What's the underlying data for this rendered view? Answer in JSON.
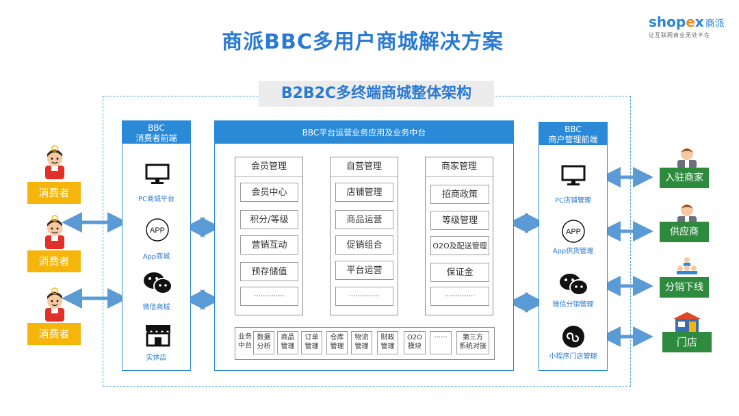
{
  "page_title": "商派BBC多用户商城解决方案",
  "logo": {
    "brand_a": "shop",
    "brand_x": "e",
    "brand_b": "x",
    "brand_cn": "商派",
    "slogan": "让互联网商业无处不在"
  },
  "diagram_title": "B2B2C多终端商城整体架构",
  "consumers": [
    {
      "label": "消费者"
    },
    {
      "label": "消费者"
    },
    {
      "label": "消费者"
    }
  ],
  "left_column": {
    "head_line1": "BBC",
    "head_line2": "消费者前端",
    "items": [
      {
        "icon": "monitor-icon",
        "label": "PC商城平台"
      },
      {
        "icon": "app-icon",
        "icon_text": "APP",
        "label": "App商城"
      },
      {
        "icon": "wechat-icon",
        "label": "微信商城"
      },
      {
        "icon": "store-icon",
        "label": "实体店"
      }
    ]
  },
  "center": {
    "head": "BBC平台运营业务应用及业务中台",
    "modules": [
      {
        "title": "会员管理",
        "items": [
          "会员中心",
          "积分/等级",
          "营销互动",
          "预存储值",
          "··············"
        ]
      },
      {
        "title": "自营管理",
        "items": [
          "店铺管理",
          "商品运营",
          "促销组合",
          "平台运营",
          "··············"
        ]
      },
      {
        "title": "商家管理",
        "items": [
          "招商政策",
          "等级管理",
          "O2O及配送管理",
          "保证金",
          "··············"
        ]
      }
    ],
    "middle_platform": {
      "label_l1": "业务",
      "label_l2": "中台",
      "cells": [
        {
          "l1": "数据",
          "l2": "分析"
        },
        {
          "l1": "商品",
          "l2": "管理"
        },
        {
          "l1": "订单",
          "l2": "管理"
        },
        {
          "l1": "仓库",
          "l2": "管理"
        },
        {
          "l1": "物流",
          "l2": "管理"
        },
        {
          "l1": "财政",
          "l2": "管理"
        },
        {
          "l1": "O2O",
          "l2": "模块"
        },
        {
          "l1": "······",
          "l2": ""
        },
        {
          "l1": "第三方",
          "l2": "系统对接"
        }
      ]
    }
  },
  "right_column": {
    "head_line1": "BBC",
    "head_line2": "商户管理前端",
    "items": [
      {
        "icon": "monitor-icon",
        "label": "PC店铺管理"
      },
      {
        "icon": "app-icon",
        "icon_text": "APP",
        "label": "App供货管理"
      },
      {
        "icon": "wechat-icon",
        "label": "微信分销管理"
      },
      {
        "icon": "miniprogram-icon",
        "label": "小程序门店管理"
      }
    ]
  },
  "merchants": [
    {
      "label": "入驻商家",
      "icon": "merchant-avatar-icon"
    },
    {
      "label": "供应商",
      "icon": "supplier-avatar-icon"
    },
    {
      "label": "分销下线",
      "icon": "group-icon"
    },
    {
      "label": "门店",
      "icon": "shop-front-icon"
    }
  ],
  "colors": {
    "accent": "#2a8ad8",
    "title": "#2a7ad4",
    "consumer": "#f5b50b",
    "merchant": "#2e8b3e",
    "arrow": "#5b9bd5"
  }
}
